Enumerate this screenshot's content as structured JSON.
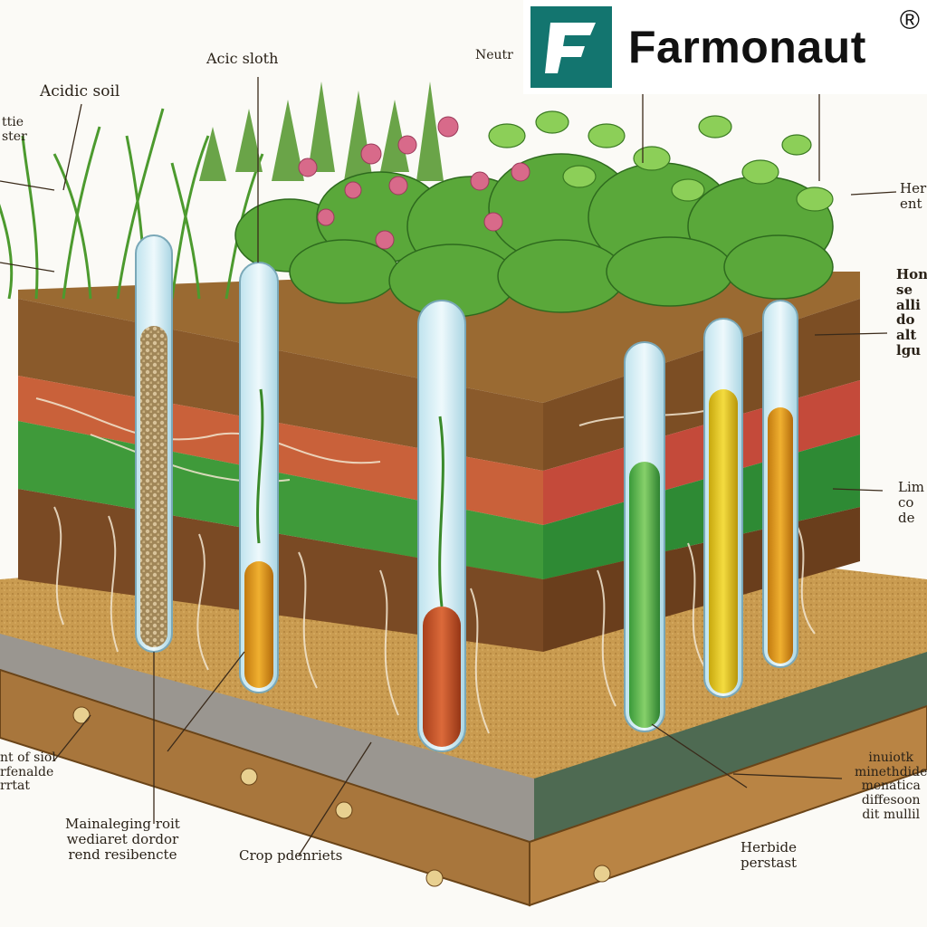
{
  "brand": {
    "name": "Farmonaut",
    "registered_mark": "®",
    "accent": "#13756f"
  },
  "labels": {
    "acidic_soil": "Acidic soil",
    "acic_sloth": "Acic sloth",
    "neutr": "Neutr",
    "left_edge_top": "ttie\nster",
    "herb_ent": "Her\nent",
    "hon_block": "Hon\nse\nalli\ndo\nalt\nlgu",
    "lim_block": "Lim\nco\nde",
    "bottom_left": "nt of siol\nrfenalde\nrrtat",
    "mainaleging": "Mainaleging roit\nwediaret dordor\nrend resibencte",
    "crop_pdenriets": "Crop pdenriets",
    "herbide_perstast": "Herbide\nperstast",
    "bottom_right": "inuiotk\nminethdide\nmenatica\ndiffesoon\ndit mullil"
  },
  "colors": {
    "topsoil": "#8a5a2b",
    "orange_layer": "#c9613a",
    "green_layer": "#3f9a3a",
    "subsoil": "#7a4a24",
    "sand": "#c79a52",
    "gravel": "#9a9690",
    "wood": "#a8763c",
    "tube_glass": "#d8eef4"
  }
}
